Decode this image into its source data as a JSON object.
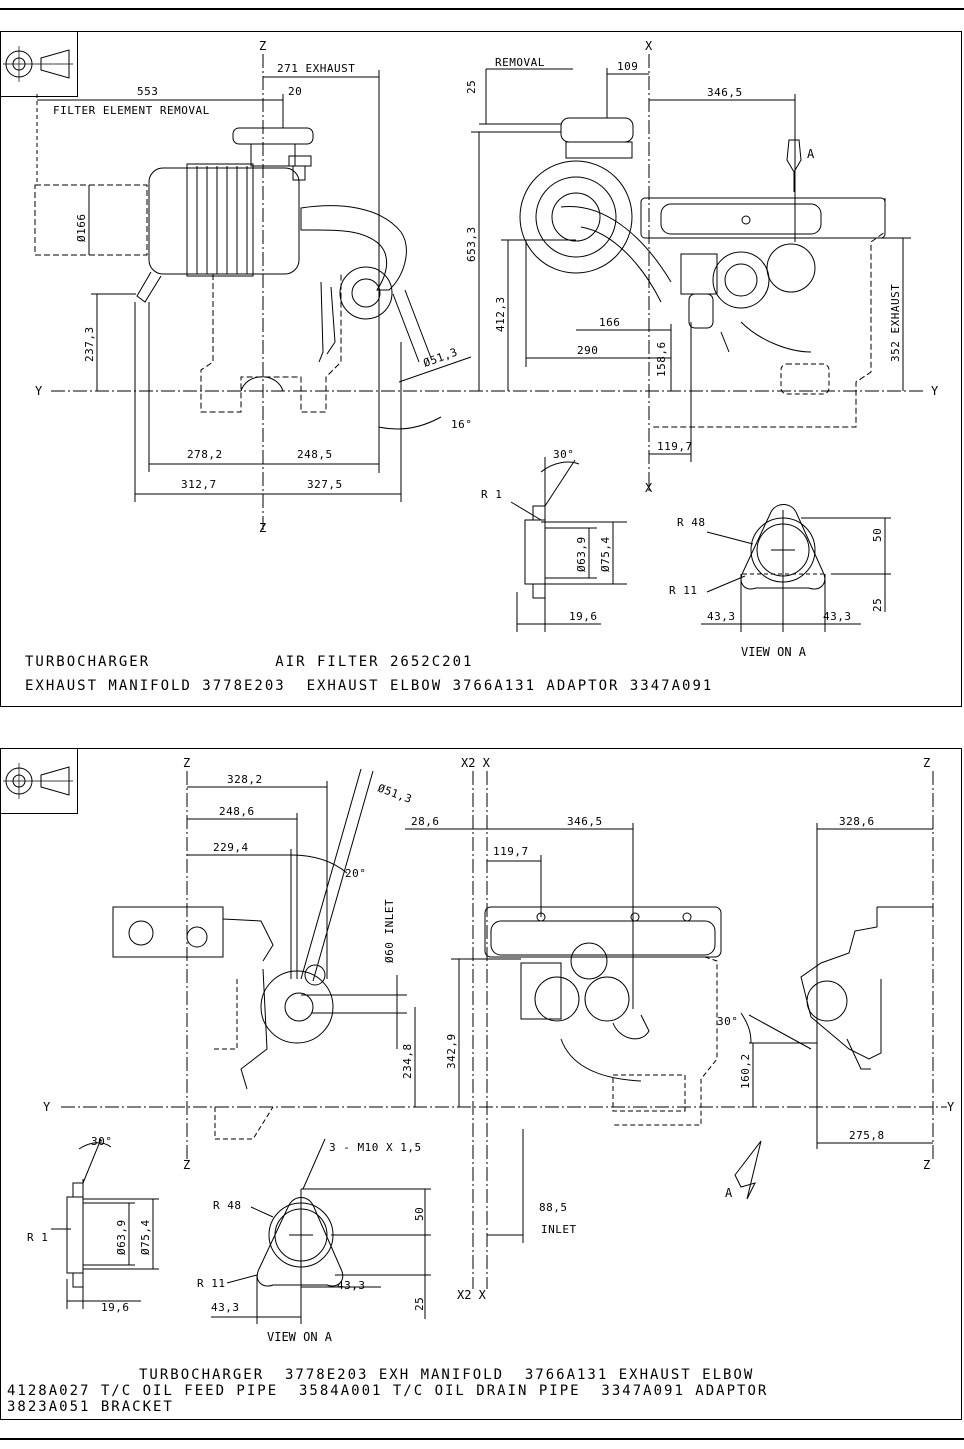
{
  "sheet1": {
    "axes": {
      "z_top": "Z",
      "z_bottom": "Z",
      "x_top": "X",
      "x_bottom": "X",
      "y_left": "Y",
      "y_right": "Y"
    },
    "dims": {
      "d271": "271 EXHAUST",
      "d553": "553",
      "filter_removal": "FILTER ELEMENT REMOVAL",
      "d20": "20",
      "d166dia": "Ø166",
      "d237": "237,3",
      "d278": "278,2",
      "d248": "248,5",
      "d312": "312,7",
      "d327": "327,5",
      "d51": "Ø51,3",
      "d16": "16°",
      "removal": "REMOVAL",
      "d25": "25",
      "d109": "109",
      "d346": "346,5",
      "arrow_a": "A",
      "d653": "653,3",
      "d412": "412,3",
      "d166": "166",
      "d290": "290",
      "d158": "158,6",
      "d119": "119,7",
      "d352": "352 EXHAUST",
      "d30": "30°",
      "r1": "R 1",
      "d63": "Ø63,9",
      "d75": "Ø75,4",
      "d19": "19,6",
      "r48": "R 48",
      "r11": "R 11",
      "d50": "50",
      "d25b": "25",
      "d43a": "43,3",
      "d43b": "43,3",
      "view_on_a": "VIEW ON A"
    },
    "caption_line1": "TURBOCHARGER            AIR FILTER 2652C201",
    "caption_line2": "EXHAUST MANIFOLD 3778E203  EXHAUST ELBOW 3766A131 ADAPTOR 3347A091"
  },
  "sheet2": {
    "axes": {
      "z_left": "Z",
      "z_left_bottom": "Z",
      "x2x_top": "X2 X",
      "x2x_bottom": "X2 X",
      "z_right": "Z",
      "z_right_bottom": "Z",
      "y_left": "Y",
      "y_right": "Y"
    },
    "dims": {
      "d328": "328,2",
      "d51": "Ø51,3",
      "d248": "248,6",
      "d229": "229,4",
      "d20": "20°",
      "d60": "Ø60 INLET",
      "d234": "234,8",
      "d28": "28,6",
      "d346": "346,5",
      "d119": "119,7",
      "d342": "342,9",
      "d30": "30°",
      "d160": "160,2",
      "d328r": "328,6",
      "d275": "275,8",
      "arrow_a": "A",
      "d30b": "30°",
      "r1": "R 1",
      "d63": "Ø63,9",
      "d75": "Ø75,4",
      "d19": "19,6",
      "m10": "3 - M10 X 1,5",
      "r48": "R 48",
      "d50": "50",
      "r11": "R 11",
      "d43a": "43,3",
      "d25": "25",
      "d43b": "43,3",
      "view_on_a": "VIEW ON A",
      "d88": "88,5",
      "inlet": "INLET"
    },
    "caption_line1": "TURBOCHARGER  3778E203 EXH MANIFOLD  3766A131 EXHAUST ELBOW",
    "caption_line2": "4128A027 T/C OIL FEED PIPE  3584A001 T/C OIL DRAIN PIPE  3347A091 ADAPTOR",
    "caption_line3": "3823A051 BRACKET"
  }
}
